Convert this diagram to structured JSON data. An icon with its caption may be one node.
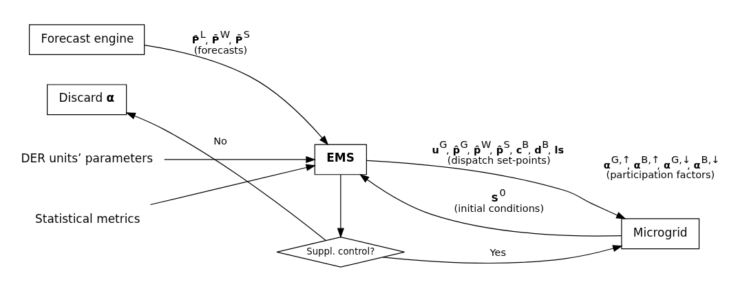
{
  "diagram": {
    "nodes": [
      {
        "text": [
          "Forecast engine"
        ]
      },
      {
        "text": [
          "DER units’ parameters"
        ]
      },
      {
        "text": [
          "Statistical metrics"
        ]
      },
      {
        "text": [
          "**EMS**"
        ]
      },
      {
        "text": [
          "Microgrid"
        ]
      },
      {
        "text": [
          "Discard **α**"
        ]
      },
      {
        "text": [
          "Suppl. control?"
        ]
      }
    ],
    "edges": [
      {
        "from": 0,
        "to": 3,
        "arrow": "to",
        "label": "**P̂**$^{L}$, **P̄**$^{W}$, **P̄**$^{S}$ (forecasts)"
      },
      {
        "from": 4,
        "to": 3,
        "arrow": "to",
        "label": "**S**$^{0}$ (initial conditions)"
      },
      {
        "from": 1,
        "to": 3,
        "arrow": "to"
      },
      {
        "from": 2,
        "to": 3,
        "arrow": "to"
      },
      {
        "from": 3,
        "to": 4,
        "arrow": "to",
        "label": "**u**$^{G}$, **p̂**$^{G}$, **p̂**$^{W}$, **p̂**$^{S}$, **c**$^{B}$, **d**$^{B}$, **ls** (dispatch set-points)"
      },
      {
        "from": 3,
        "to": 6,
        "arrow": "to"
      },
      {
        "from": 6,
        "to": 5,
        "arrow": "to",
        "label": "No"
      },
      {
        "from": 6,
        "to": 4,
        "arrow": "to",
        "label": "Yes"
      }
    ],
    "labels": [
      "**α**$^{G,↑}$, **α**$^{B,↑}$, **α**$^{G,↓}$, **α**$^{B,↓}$ (participation factors)"
    ]
  }
}
